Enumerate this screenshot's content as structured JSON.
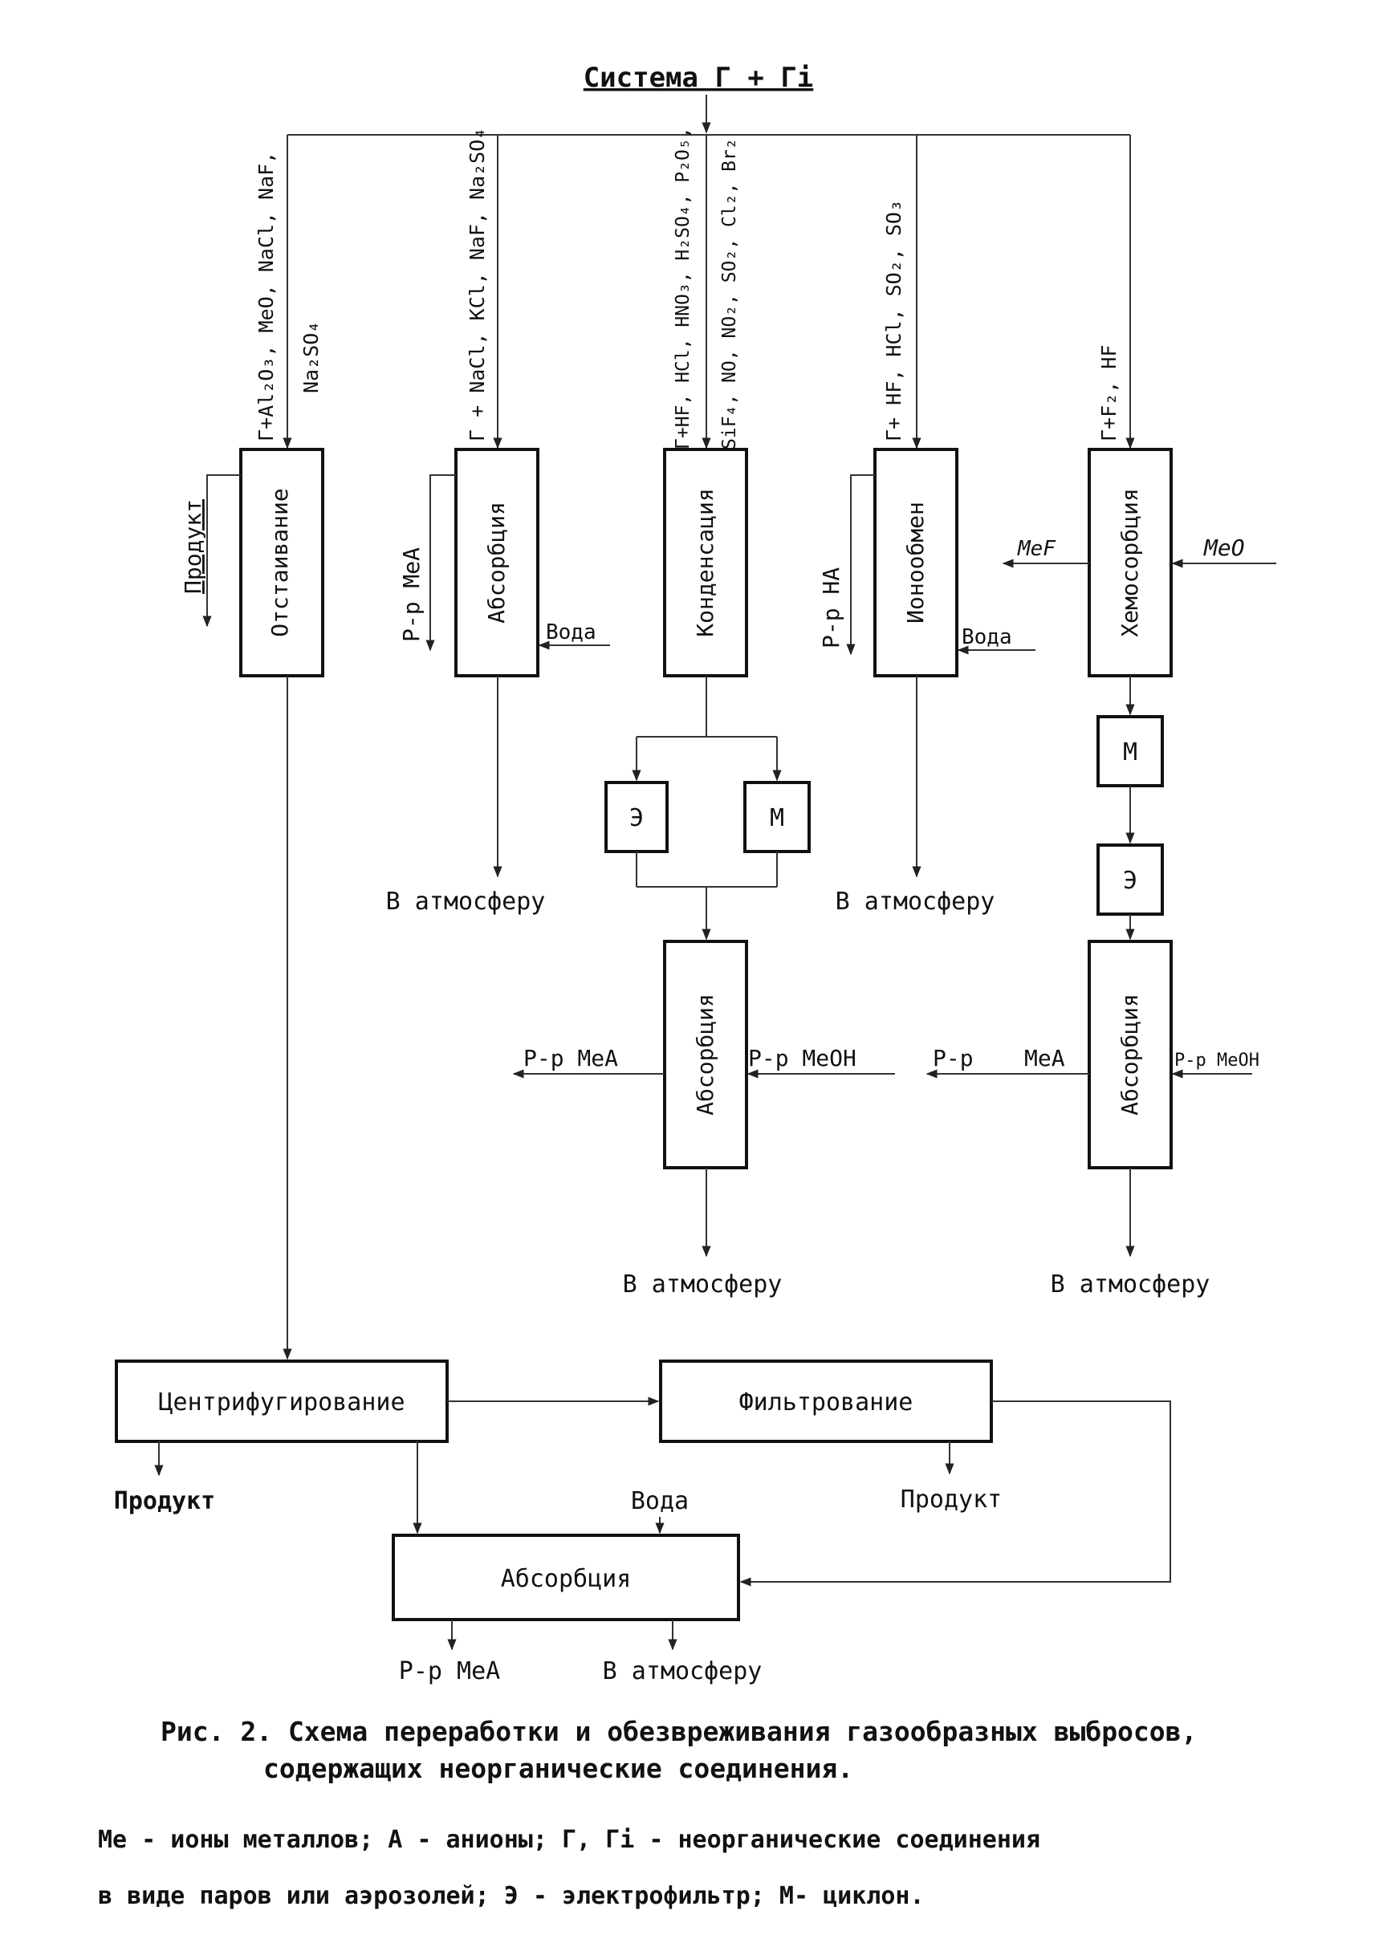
{
  "diagram": {
    "title": "Система Г + Гi",
    "feeds": {
      "f1a": "Г+Al₂O₃, MeO, NaCl, NaF,",
      "f1b": "Na₂SO₄",
      "f2a": "Г + NaCl, KCl, NaF, Na₂SO₄",
      "f3a": "Г+HF, HCl, HNO₃, H₂SO₄, P₂O₅,",
      "f3b": "SiF₄, NO, NO₂, SO₂, Cl₂, Br₂",
      "f4a": "Г+ HF, HCl, SO₂, SO₃",
      "f5a": "Г+F₂, HF"
    },
    "boxes": {
      "settling": "Отстаивание",
      "absorption": "Абсорбция",
      "condensation": "Конденсация",
      "ion_exchange": "Ионообмен",
      "chemisorption": "Хемосорбция",
      "filter_e": "Э",
      "cyclone_m": "М",
      "centrifugation": "Центрифугирование",
      "filtration": "Фильтрование",
      "bottom_absorption": "Абсорбция"
    },
    "flows": {
      "product": "Продукт",
      "solution_mea": "Р-р MeA",
      "solution_ha": "Р-р HA",
      "water": "Вода",
      "to_atmosphere": "В атмосферу",
      "mef": "MeF",
      "meo": "MeO",
      "solution_meoh": "Р-р MeOH",
      "solution_meoh_small": "Р-р MeOH",
      "solution_p": "Р-р",
      "mea": "MeA"
    }
  },
  "caption": {
    "line1": "Рис. 2. Схема переработки и обезвреживания газообразных выбросов,",
    "line2": "содержащих неорганические соединения."
  },
  "legend": {
    "line1": "Me - ионы металлов; A - анионы; Г, Гi - неорганические соединения",
    "line2": "в виде паров или аэрозолей; Э - электрофильтр; М- циклон."
  }
}
